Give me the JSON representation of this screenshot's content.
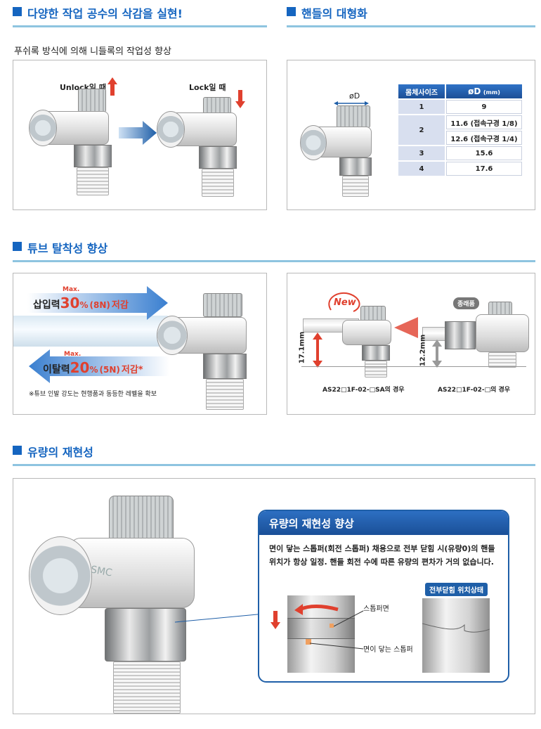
{
  "sections": {
    "s1_left": "다양한 작업 공수의 삭감을 실현!",
    "s1_right": "핸들의 대형화",
    "s2": "튜브 탈착성 향상",
    "s3": "유량의 재현성"
  },
  "panel1": {
    "subtitle": "푸쉬록 방식에 의해 니들록의 작업성 향상",
    "unlock_label": "Unlock일 때",
    "lock_label": "Lock일 때"
  },
  "panel2": {
    "diameter_label": "øD",
    "table": {
      "headers": [
        "몸체사이즈",
        "øD",
        "(mm)"
      ],
      "rows": [
        {
          "size": "1",
          "d": "9"
        },
        {
          "size": "2",
          "d": "11.6 (접속구경 1/8)"
        },
        {
          "size": "",
          "d": "12.6 (접속구경 1/4)"
        },
        {
          "size": "3",
          "d": "15.6"
        },
        {
          "size": "4",
          "d": "17.6"
        }
      ]
    }
  },
  "panel3": {
    "insert_max": "Max.",
    "insert_prefix": "삽입력",
    "insert_value": "30",
    "insert_pct": "%",
    "insert_force": "(8N)",
    "insert_suffix": "저감",
    "remove_max": "Max.",
    "remove_prefix": "이탈력",
    "remove_value": "20",
    "remove_pct": "%",
    "remove_force": "(5N)",
    "remove_suffix": "저감*",
    "footnote": "※튜브 인발 강도는 현행품과 동등한 레벨을 확보"
  },
  "panel4": {
    "new_badge": "New",
    "old_badge": "종래품",
    "new_height": "17.1mm",
    "old_height": "12.2mm",
    "new_caption": "AS22□1F-02-□SA의 경우",
    "old_caption": "AS22□1F-02-□의 경우"
  },
  "panel5": {
    "box_title": "유량의 재현성 향상",
    "box_text": "면이 닿는 스톱퍼(회전 스톱퍼) 채용으로 전부 닫힘 시(유량0)의 핸들 위치가 항상 일정. 핸들 회전 수에 따른 유량의 편차가 거의 없습니다.",
    "label_stopper": "스톱퍼면",
    "label_contact": "면이 닿는 스톱퍼",
    "tag_closed": "전부닫힘 위치상태",
    "logo_text": "SMC"
  },
  "colors": {
    "accent": "#1565c0",
    "rule": "#8ec4e0",
    "red": "#e0402e"
  }
}
